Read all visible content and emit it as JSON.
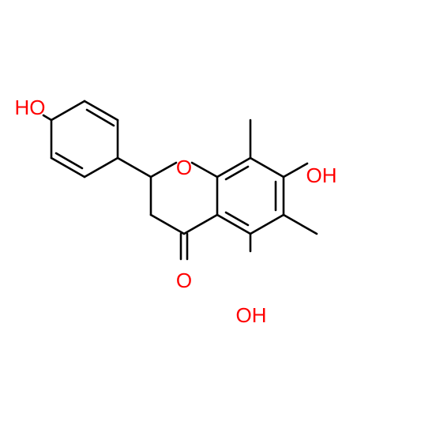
{
  "colors": {
    "bond": "#000000",
    "oxygen": "#ff0000",
    "background": "#ffffff"
  },
  "atoms": {
    "ho_phenol": "HO",
    "o_ring": "O",
    "oh_7": "OH",
    "oh_5": "OH",
    "o_carbonyl": "O"
  }
}
